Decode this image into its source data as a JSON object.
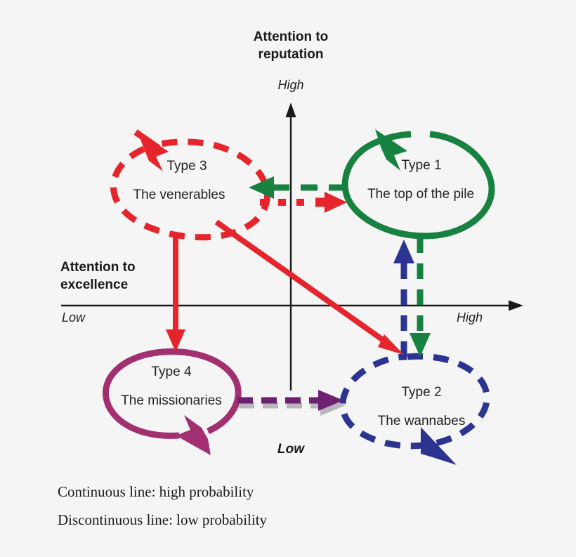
{
  "figure": {
    "background_color": "#f5f5f5",
    "axis_color": "#1a1a1a"
  },
  "axes": {
    "y": {
      "title_line1": "Attention to",
      "title_line2": "reputation",
      "high_label": "High",
      "low_label": "Low"
    },
    "x": {
      "title_line1": "Attention to",
      "title_line2": "excellence",
      "low_label": "Low",
      "high_label": "High"
    }
  },
  "quadrants": [
    {
      "id": "type-1",
      "type_label": "Type 1",
      "name_label": "The top of the pile",
      "color": "#17813f",
      "line_style": "continuous",
      "probability": "high",
      "position": "top-right"
    },
    {
      "id": "type-3",
      "type_label": "Type 3",
      "name_label": "The venerables",
      "color": "#e5252b",
      "line_style": "discontinuous",
      "probability": "low",
      "position": "top-left"
    },
    {
      "id": "type-4",
      "type_label": "Type 4",
      "name_label": "The missionaries",
      "color": "#a23070",
      "line_style": "continuous",
      "probability": "high",
      "position": "bottom-left"
    },
    {
      "id": "type-2",
      "type_label": "Type 2",
      "name_label": "The wannabes",
      "color": "#2b3490",
      "line_style": "discontinuous",
      "probability": "low",
      "position": "bottom-right"
    }
  ],
  "transitions": [
    {
      "id": "t1-to-t3",
      "from": "Type 1",
      "to": "Type 3",
      "color": "#17813f",
      "line_style": "dashed",
      "direction": "left"
    },
    {
      "id": "t3-to-t1",
      "from": "Type 3",
      "to": "Type 1",
      "color": "#e5252b",
      "line_style": "dotted",
      "direction": "right"
    },
    {
      "id": "t2-to-t1",
      "from": "Type 2",
      "to": "Type 1",
      "color": "#2b3490",
      "line_style": "dashed",
      "direction": "up"
    },
    {
      "id": "t1-to-t2",
      "from": "Type 1",
      "to": "Type 2",
      "color": "#17813f",
      "line_style": "dashed",
      "direction": "down"
    },
    {
      "id": "t3-to-t4",
      "from": "Type 3",
      "to": "Type 4",
      "color": "#e5252b",
      "line_style": "solid",
      "direction": "down"
    },
    {
      "id": "t3-to-t2",
      "from": "Type 3",
      "to": "Type 2",
      "color": "#e5252b",
      "line_style": "solid",
      "direction": "diagonal-down-right"
    },
    {
      "id": "t4-to-t2",
      "from": "Type 4",
      "to": "Type 2",
      "color": "#6b2070",
      "line_style": "dashed",
      "direction": "right"
    }
  ],
  "legend": {
    "line1": "Continuous line: high probability",
    "line2": "Discontinuous line: low probability"
  }
}
